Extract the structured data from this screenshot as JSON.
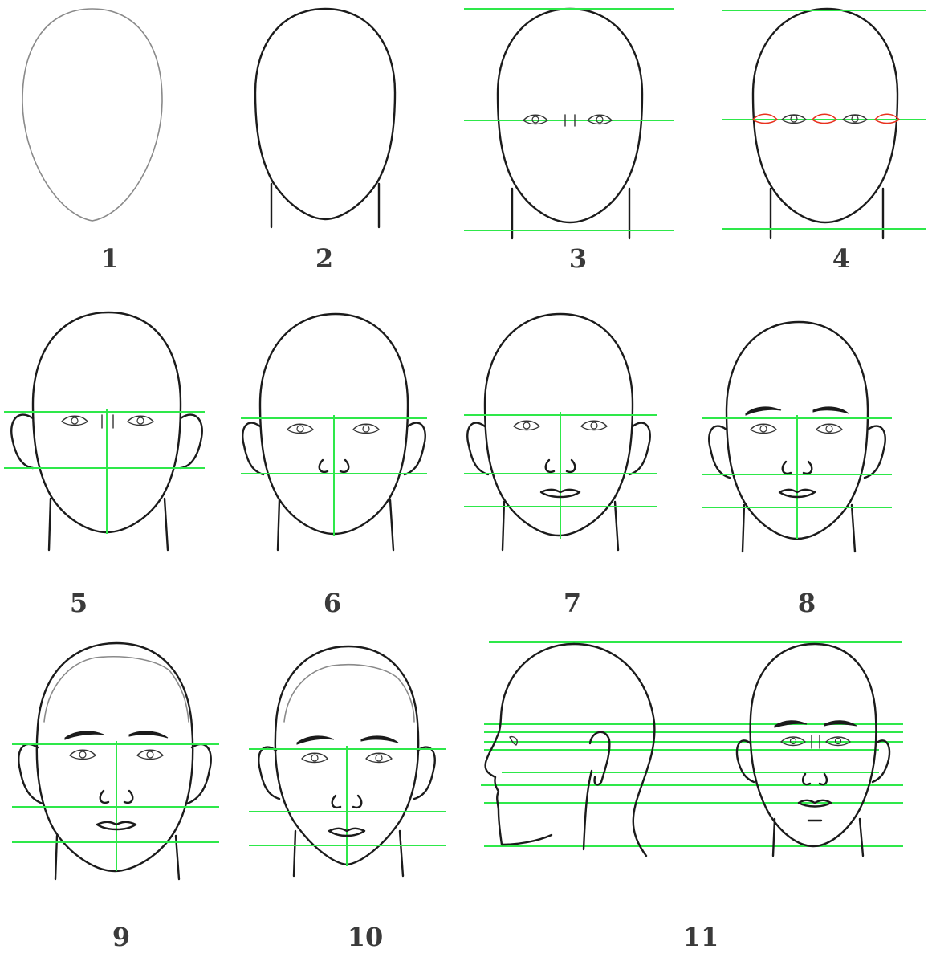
{
  "steps": [
    {
      "label": "1"
    },
    {
      "label": "2"
    },
    {
      "label": "3"
    },
    {
      "label": "4"
    },
    {
      "label": "5"
    },
    {
      "label": "6"
    },
    {
      "label": "7"
    },
    {
      "label": "8"
    },
    {
      "label": "9"
    },
    {
      "label": "10"
    },
    {
      "label": "11"
    }
  ],
  "colors": {
    "guide_line": "#2ee84a",
    "outline": "#1b1b1b",
    "eye_width_marker": "#e8321e",
    "label_text": "#3a3a3a"
  }
}
